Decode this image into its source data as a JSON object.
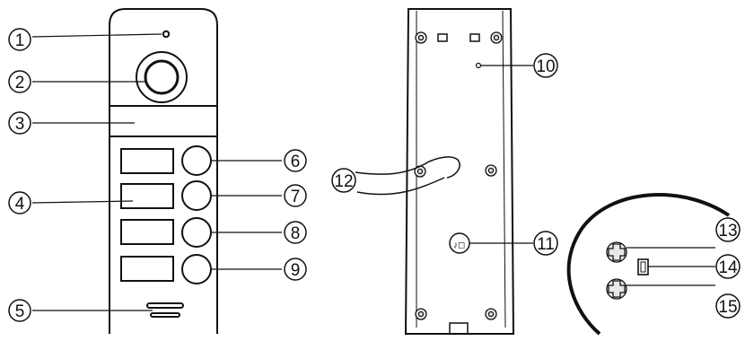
{
  "callouts": {
    "c1": "1",
    "c2": "2",
    "c3": "3",
    "c4": "4",
    "c5": "5",
    "c6": "6",
    "c7": "7",
    "c8": "8",
    "c9": "9",
    "c10": "10",
    "c11": "11",
    "c12": "12",
    "c13": "13",
    "c14": "14",
    "c15": "15"
  },
  "colors": {
    "stroke": "#111111",
    "panel_front": "#ffffff",
    "screw": "#e8e8e8",
    "background": "#ffffff"
  }
}
